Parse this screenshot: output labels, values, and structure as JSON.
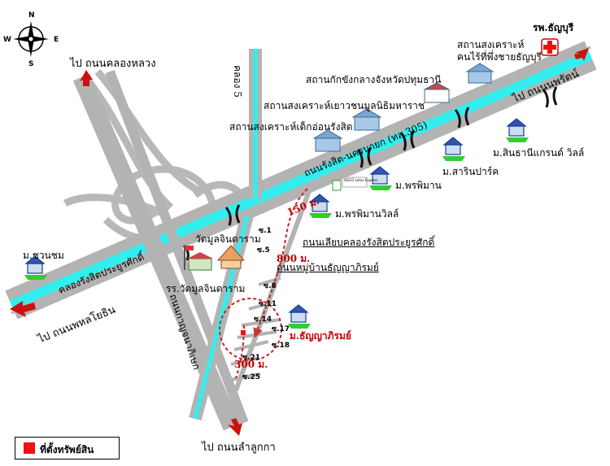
{
  "compass": {
    "north": "N",
    "south": "S",
    "east": "E",
    "west": "W"
  },
  "destinations": {
    "khlong_luang": "ไป ถนนคลองหลวง",
    "nopparat": "ไป ถนนนพรัตน์",
    "phahonyothin": "ไป ถนนพหลโยธิน",
    "lam_luk_ka": "ไป ถนนลำลูกกา"
  },
  "roads": {
    "klong5": "คลอง 5",
    "rangsit_nakhon_nayok": "ถนนรังสิต-นครนายก (ทล.305)",
    "rangsit_prayurasak_left": "คลองรังสิตประยูรศักดิ์",
    "bypass_canal": "ถนนเลียบคลองรังสิตประยูรศักดิ์",
    "village_road": "ถนนหมู่บ้านธัญญาภิรมย์",
    "kanchanaphisek": "ถนนกาญจนาภิเษก"
  },
  "places": {
    "thanyaburi_hospital": "รพ.ธัญบุรี",
    "homeless_welfare": "สถานสงเคราะห์\nคนไร้ที่พึ่งชายธัญบุรี",
    "detention_center": "สถานกักขังกลางจังหวัดปทุมธานี",
    "youth_welfare": "สถานสงเคราะห์เยาวชนมูลนิธิมหาราช",
    "infant_home": "สถานสงเคราะห์เด็กอ่อนรังสิต",
    "sinthani_grand_ville": "ม.สินธานีแกรนด์ วิลล์",
    "sarin_park": "ม.สารินปาร์ค",
    "pornpiman": "ม.พรพิมาน",
    "pornpiman_ville": "ม.พรพิมานวิลล์",
    "tesco": "TESCO Lotus Express",
    "wat_mun_chinda": "วัดมูลจินดาราม",
    "school_wat": "รร.วัดมูลจินดาราม",
    "chuanchom": "ม.ชวนชม",
    "thanyaphirom": "ม.ธัญญาภิรมย์"
  },
  "sois": [
    "ซ.1",
    "ซ.5",
    "ซ.8",
    "ซ.11",
    "ซ.14",
    "ซ.17",
    "ซ.18",
    "ซ.21",
    "ซ.25"
  ],
  "distances": {
    "d150": "150 ม.",
    "d800": "800 ม.",
    "d300": "300 ม."
  },
  "legend": {
    "label": "ที่ตั้งทรัพย์สิน",
    "color": "#ee1111"
  },
  "colors": {
    "road": "#b3b3b3",
    "canal": "#33eeee",
    "arrow": "#cc1111",
    "route": "#cc2222"
  }
}
